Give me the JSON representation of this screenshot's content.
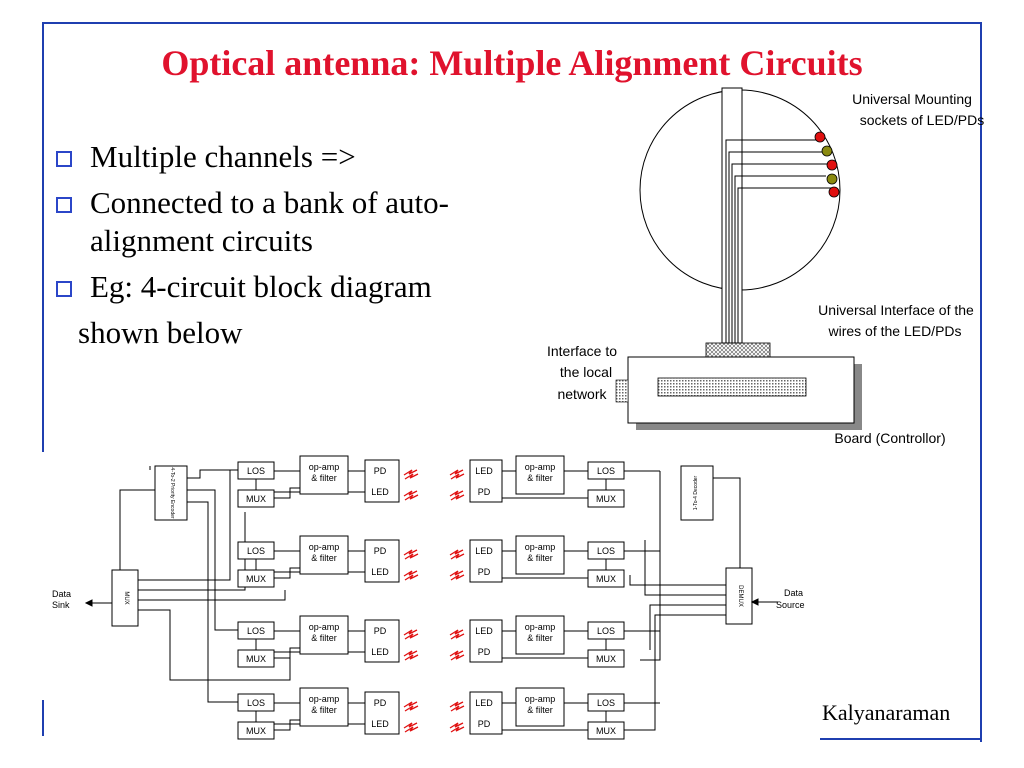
{
  "title": "Optical antenna: Multiple Alignment Circuits",
  "bullets": [
    {
      "text": "Multiple channels =>"
    },
    {
      "text": "Connected to a bank of auto-alignment circuits"
    },
    {
      "text": "Eg: 4-circuit block diagram"
    }
  ],
  "bullet_continuation": "shown below",
  "sphere": {
    "label_sockets": "Universal Mounting sockets of LED/PDs",
    "label_interface": "Universal Interface of the wires of the LED/PDs",
    "label_network": "Interface to the local network",
    "label_board": "Board (Controllor)",
    "socket_colors": [
      "#e01010",
      "#8a8a10",
      "#e01010",
      "#8a8a10",
      "#e01010"
    ]
  },
  "block_diagram": {
    "los": "LOS",
    "mux": "MUX",
    "opamp_line1": "op-amp",
    "opamp_line2": "& filter",
    "pd": "PD",
    "led": "LED",
    "data_sink_1": "Data",
    "data_sink_2": "Sink",
    "data_source_1": "Data",
    "data_source_2": "Source",
    "mux_main": "MUX",
    "demux_main": "DEMUX",
    "encoder_left": "4-To-2 Priority Encoder",
    "encoder_right": "1-To-4 Decoder"
  },
  "footer": "Kalyanaraman"
}
